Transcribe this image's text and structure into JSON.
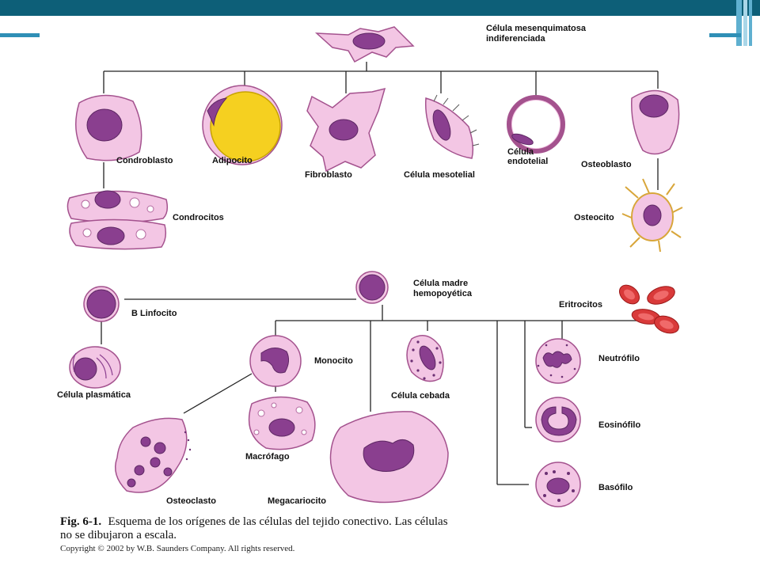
{
  "labels": {
    "mesenchymal": [
      "Célula mesenquimatosa",
      "indiferenciada"
    ],
    "condroblasto": "Condroblasto",
    "adipocito": "Adipocito",
    "fibroblasto": "Fibroblasto",
    "mesotelial": "Célula mesotelial",
    "endotelial": [
      "Célula",
      "endotelial"
    ],
    "osteoblasto": "Osteoblasto",
    "condrocitos": "Condrocitos",
    "osteocito": "Osteocito",
    "hemopoietic": [
      "Célula madre",
      "hemopoyética"
    ],
    "linfocito": "B Linfocito",
    "eritrocitos": "Eritrocitos",
    "monocito": "Monocito",
    "neutrofilo": "Neutrófilo",
    "plasmatica": "Célula plasmática",
    "cebada": "Célula cebada",
    "macrofago": "Macrófago",
    "eosinofilo": "Eosinófilo",
    "osteoclasto": "Osteoclasto",
    "megacariocito": "Megacariocito",
    "basofilo": "Basófilo"
  },
  "caption": {
    "fig": "Fig. 6-1.",
    "line1": "Esquema de los orígenes de las células del tejido conectivo. Las células",
    "line2": "no se dibujaron a escala."
  },
  "copyright": "Copyright © 2002 by W.B. Saunders Company. All rights reserved.",
  "colors": {
    "header": "#0d5f78",
    "accent": "#2f8fb6",
    "cell": "#f3c6e4",
    "nucleus": "#8a3f8f",
    "fat": "#f5d020",
    "erythrocyte": "#d93a3a"
  }
}
